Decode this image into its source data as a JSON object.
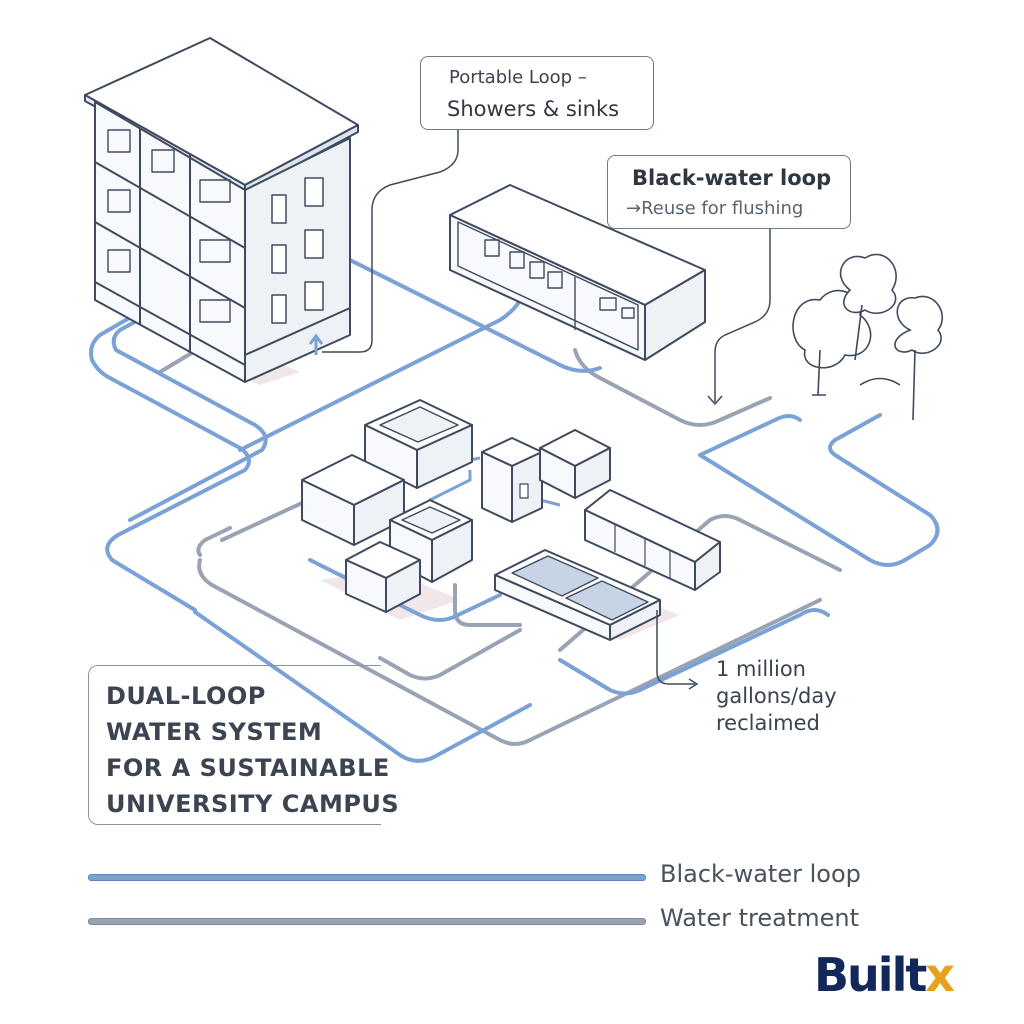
{
  "callouts": {
    "portable": {
      "line1": "Portable Loop  –",
      "line2": "Showers & sinks"
    },
    "black_water": {
      "line1": "Black-water loop",
      "line2": "→Reuse for flushing"
    }
  },
  "stat": {
    "line1": "1 million",
    "line2": "gallons/day",
    "line3": "reclaimed"
  },
  "title": {
    "line1": "DUAL-LOOP",
    "line2": "WATER SYSTEM",
    "line3": "FOR A SUSTAINABLE",
    "line4": "UNIVERSITY CAMPUS"
  },
  "legend": [
    {
      "label": "Black-water loop",
      "color": "#7aa2d6"
    },
    {
      "label": "Water treatment",
      "color": "#9aa3b4"
    }
  ],
  "logo": {
    "main": "Built",
    "accent": "x"
  },
  "colors": {
    "blue_pipe": "#7aa2d6",
    "gray_pipe": "#9aa3b4",
    "outline": "#3f4a5e"
  }
}
